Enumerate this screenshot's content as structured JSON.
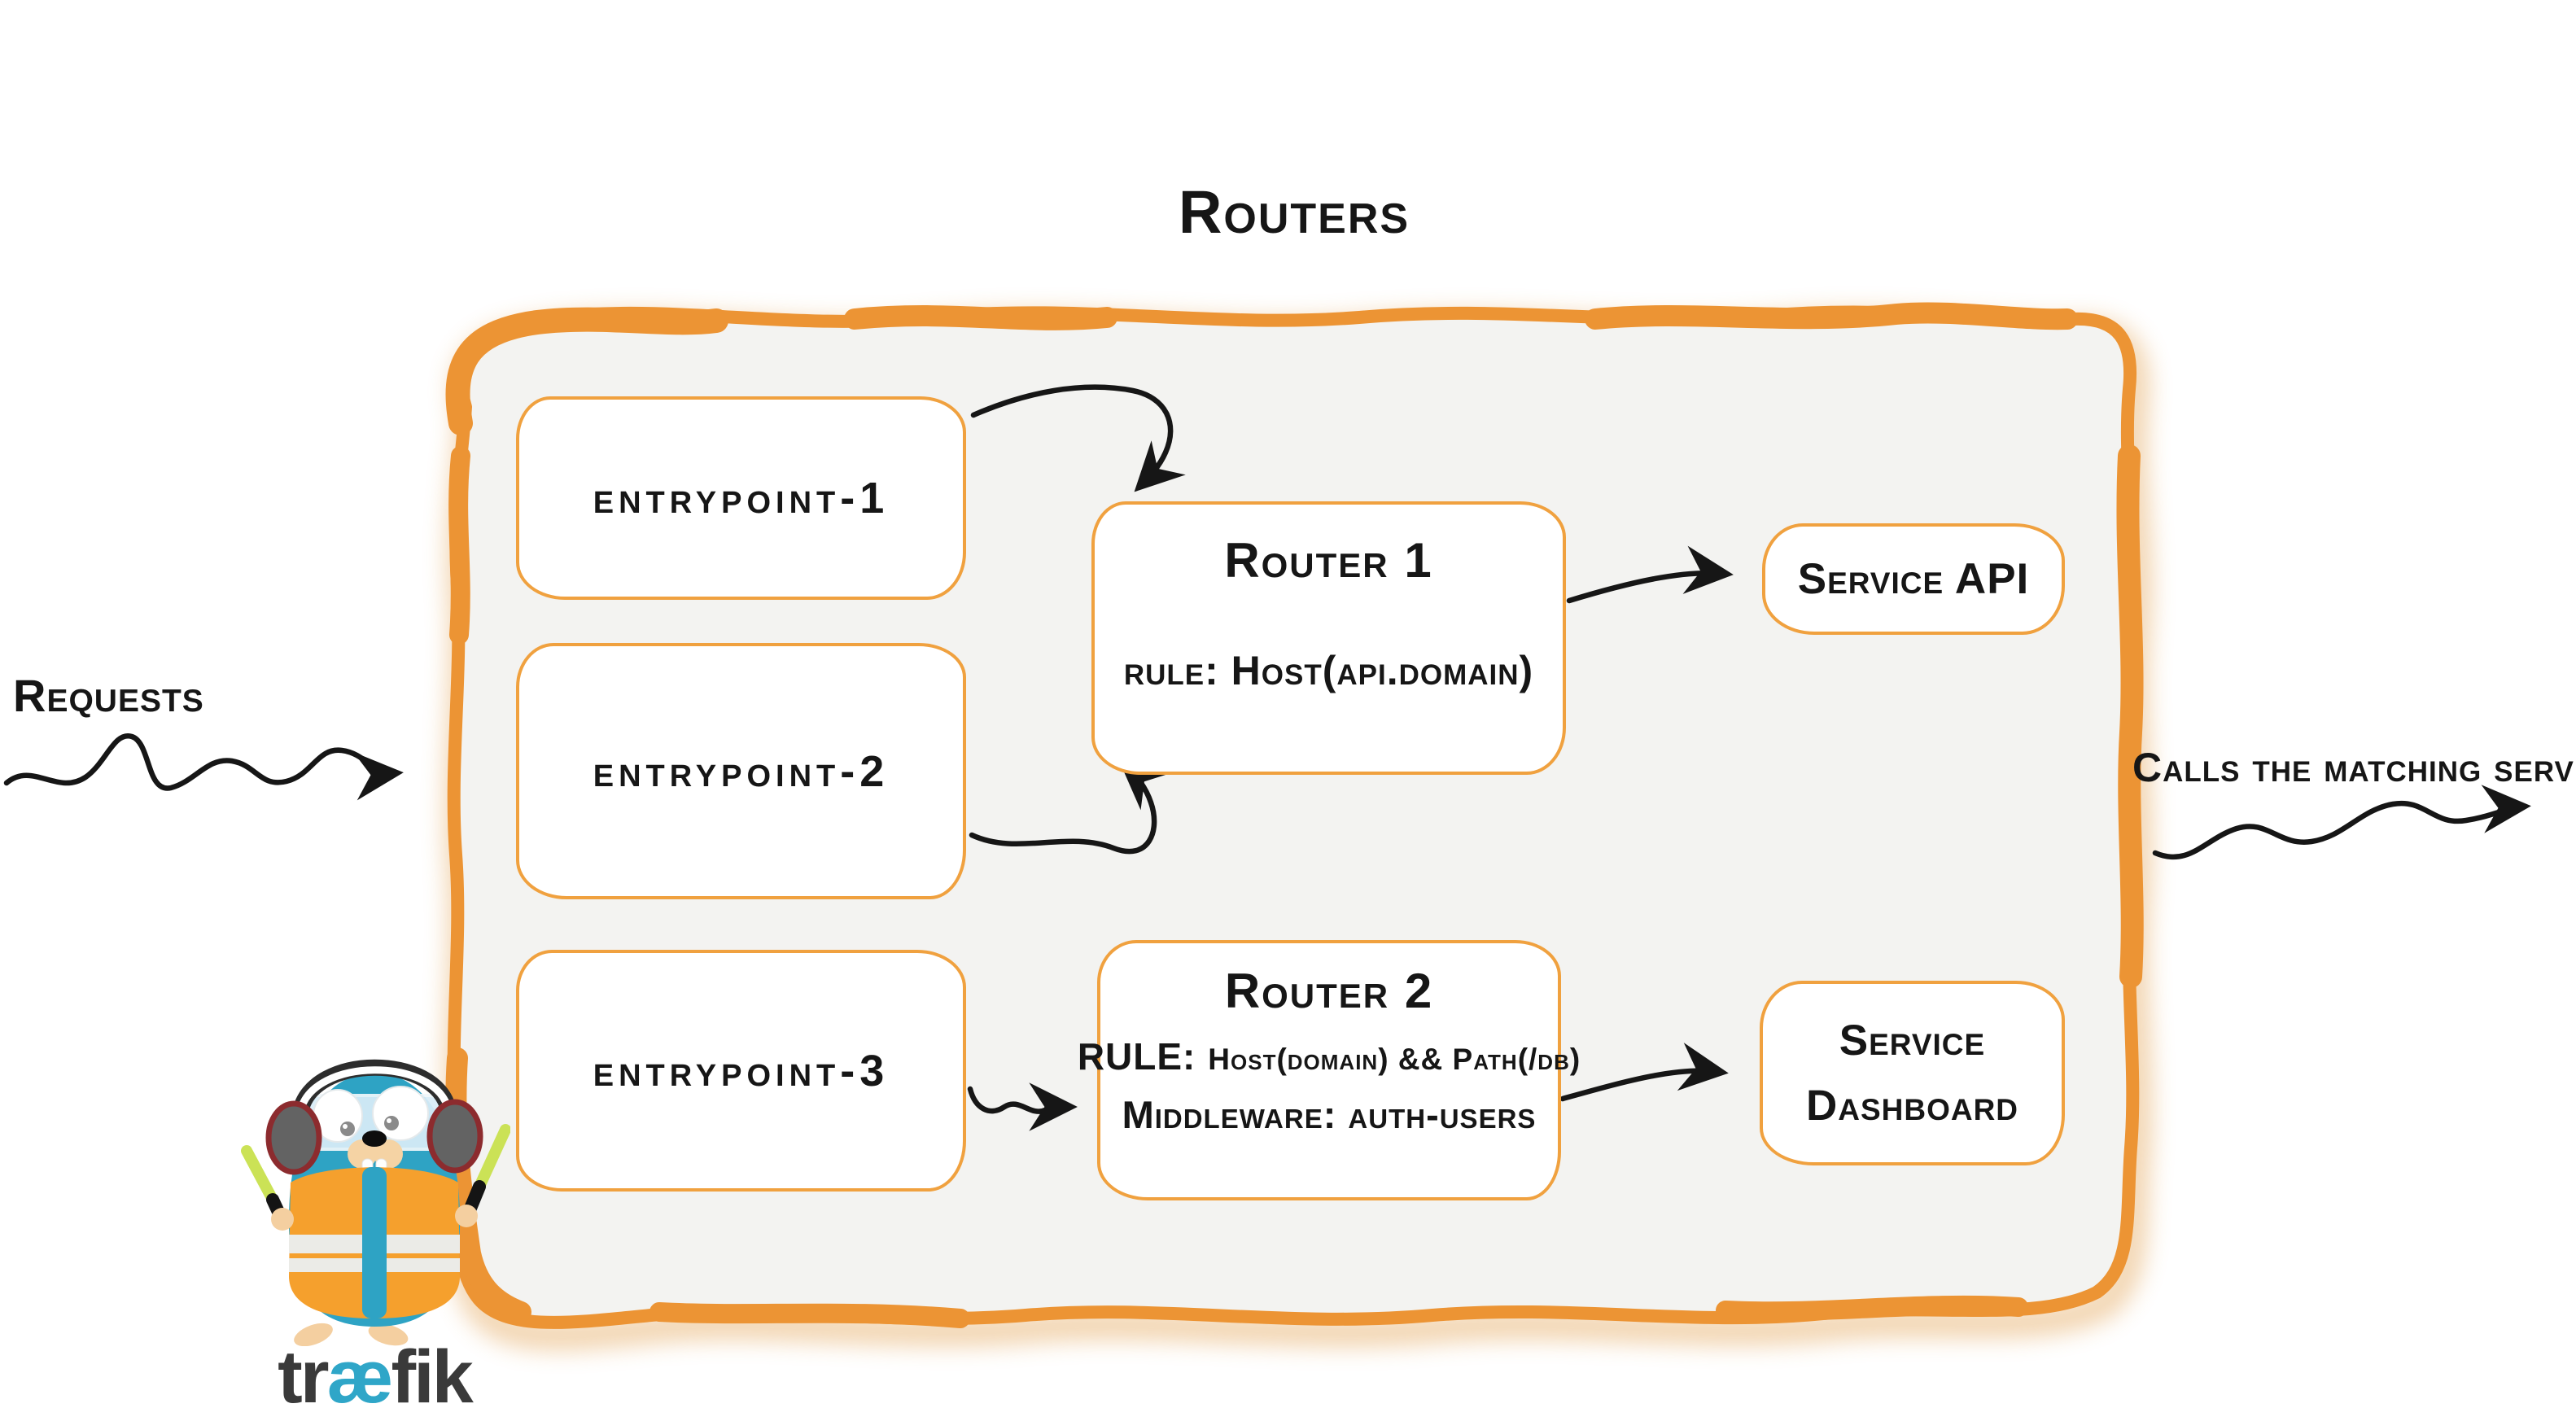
{
  "title": "Routers",
  "outside": {
    "requests_label": "Requests",
    "calls_label": "Calls the matching server"
  },
  "entrypoints": [
    {
      "label": "entrypoint-1"
    },
    {
      "label": "entrypoint-2"
    },
    {
      "label": "entrypoint-3"
    }
  ],
  "routers": [
    {
      "name": "Router 1",
      "rule": "rule: Host(api.domain)"
    },
    {
      "name": "Router 2",
      "rule_label": "RULE:",
      "rule_value": "Host(domain) && Path(/db)",
      "middleware": "Middleware: auth-users"
    }
  ],
  "services": [
    {
      "line1": "Service API"
    },
    {
      "line1": "Service",
      "line2": "Dashboard"
    }
  ],
  "logo": {
    "prefix": "tr",
    "ligature": "æ",
    "suffix": "fik"
  },
  "colors": {
    "frame_orange": "#EC9434",
    "box_border_orange": "#F0A13F",
    "frame_fill_gray": "#F3F3F1",
    "arrow_black": "#161616",
    "logo_dark": "#3A3A3A",
    "logo_teal": "#2FA6C8",
    "gopher_body_teal": "#2EA3C4",
    "vest_orange": "#F5A02D",
    "wand_green": "#CBE256"
  }
}
